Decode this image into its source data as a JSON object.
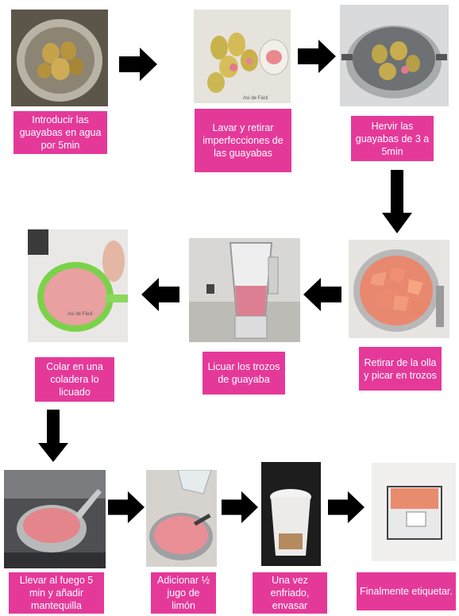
{
  "steps": [
    {
      "label": "Introducir las guayabas en agua por 5min",
      "photo": "guavas-in-water-bowl"
    },
    {
      "label": "Lavar y retirar imperfecciones de las guayabas",
      "photo": "washed-guavas"
    },
    {
      "label": "Hervir las guayabas de 3 a 5min",
      "photo": "guavas-boiling-pot"
    },
    {
      "label": "Retirar de la olla y picar en trozos",
      "photo": "chopped-guava-pieces"
    },
    {
      "label": "Licuar los trozos de guayaba",
      "photo": "blender-guava"
    },
    {
      "label": "Colar en una coladera lo licuado",
      "photo": "strainer-guava-puree"
    },
    {
      "label": "Llevar al fuego 5 min y añadir mantequilla",
      "photo": "cooking-pot-stove"
    },
    {
      "label": "Adicionar ½ jugo de limón",
      "photo": "adding-lemon-juice"
    },
    {
      "label": "Una vez enfriado, envasar",
      "photo": "packaging-in-cup"
    },
    {
      "label": "Finalmente etiquetar.",
      "photo": "labeled-guava-paste"
    }
  ],
  "photo_watermark": "Así de Fácil",
  "colors": {
    "label_bg": "#e5399a",
    "label_text": "#ffffff",
    "arrow": "#000000"
  },
  "icons": {
    "arrow": "arrow-icon"
  }
}
